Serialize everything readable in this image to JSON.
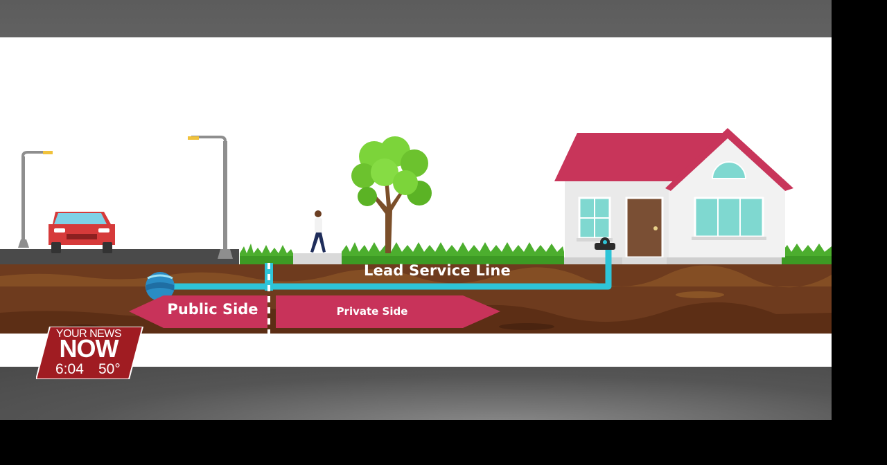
{
  "diagram": {
    "pipe_label": "Lead Service Line",
    "public_label": "Public Side",
    "private_label": "Private Side"
  },
  "station_logo": {
    "line1": "YOUR NEWS",
    "line2": "NOW",
    "time": "6:04",
    "temperature": "50°"
  },
  "colors": {
    "pipe": "#2ec4d8",
    "arrow": "#c8335a",
    "roof": "#c8355a",
    "soil": "#6e3b1e",
    "grass": "#4cae2e",
    "road": "#4a4a4a",
    "logo_red": "#a01c22"
  },
  "icons": [
    "street-lamp-icon",
    "car-icon",
    "pedestrian-icon",
    "tree-icon",
    "house-icon",
    "water-main-icon",
    "curb-stop-valve-icon"
  ]
}
